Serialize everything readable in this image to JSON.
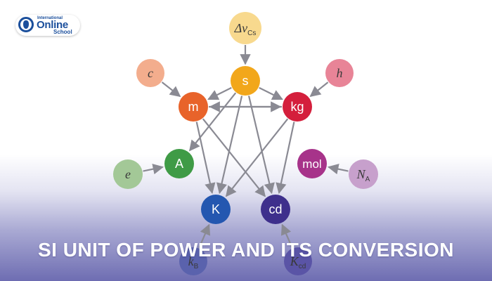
{
  "logo": {
    "top_text": "International",
    "brand": "Online",
    "sub": "School"
  },
  "title": "SI UNIT OF POWER AND ITS CONVERSION",
  "diagram": {
    "base_units": [
      {
        "id": "s",
        "label": "s",
        "color": "#f2a71b"
      },
      {
        "id": "m",
        "label": "m",
        "color": "#e8632a"
      },
      {
        "id": "kg",
        "label": "kg",
        "color": "#d41f3c"
      },
      {
        "id": "A",
        "label": "A",
        "color": "#3f9b46"
      },
      {
        "id": "mol",
        "label": "mol",
        "color": "#a7338a"
      },
      {
        "id": "K",
        "label": "K",
        "color": "#2457b0"
      },
      {
        "id": "cd",
        "label": "cd",
        "color": "#3e2f8c"
      }
    ],
    "constants": [
      {
        "id": "dnu",
        "label": "Δν",
        "sub": "Cs",
        "color": "#f8d98e"
      },
      {
        "id": "c",
        "label": "c",
        "sub": "",
        "color": "#f3ad8d"
      },
      {
        "id": "h",
        "label": "h",
        "sub": "",
        "color": "#e88497"
      },
      {
        "id": "e",
        "label": "e",
        "sub": "",
        "color": "#a3c897"
      },
      {
        "id": "NA",
        "label": "N",
        "sub": "A",
        "color": "#c7a0cc"
      },
      {
        "id": "kB",
        "label": "k",
        "sub": "B",
        "color": "#5a62ad"
      },
      {
        "id": "Kcd",
        "label": "K",
        "sub": "cd",
        "color": "#5a54a6"
      }
    ],
    "edges": [
      [
        "dnu",
        "s"
      ],
      [
        "c",
        "m"
      ],
      [
        "h",
        "kg"
      ],
      [
        "e",
        "A"
      ],
      [
        "NA",
        "mol"
      ],
      [
        "kB",
        "K"
      ],
      [
        "Kcd",
        "cd"
      ],
      [
        "s",
        "m"
      ],
      [
        "s",
        "kg"
      ],
      [
        "s",
        "A"
      ],
      [
        "s",
        "K"
      ],
      [
        "s",
        "cd"
      ],
      [
        "m",
        "kg"
      ],
      [
        "m",
        "K"
      ],
      [
        "m",
        "cd"
      ],
      [
        "kg",
        "m"
      ],
      [
        "kg",
        "K"
      ],
      [
        "kg",
        "cd"
      ]
    ]
  }
}
